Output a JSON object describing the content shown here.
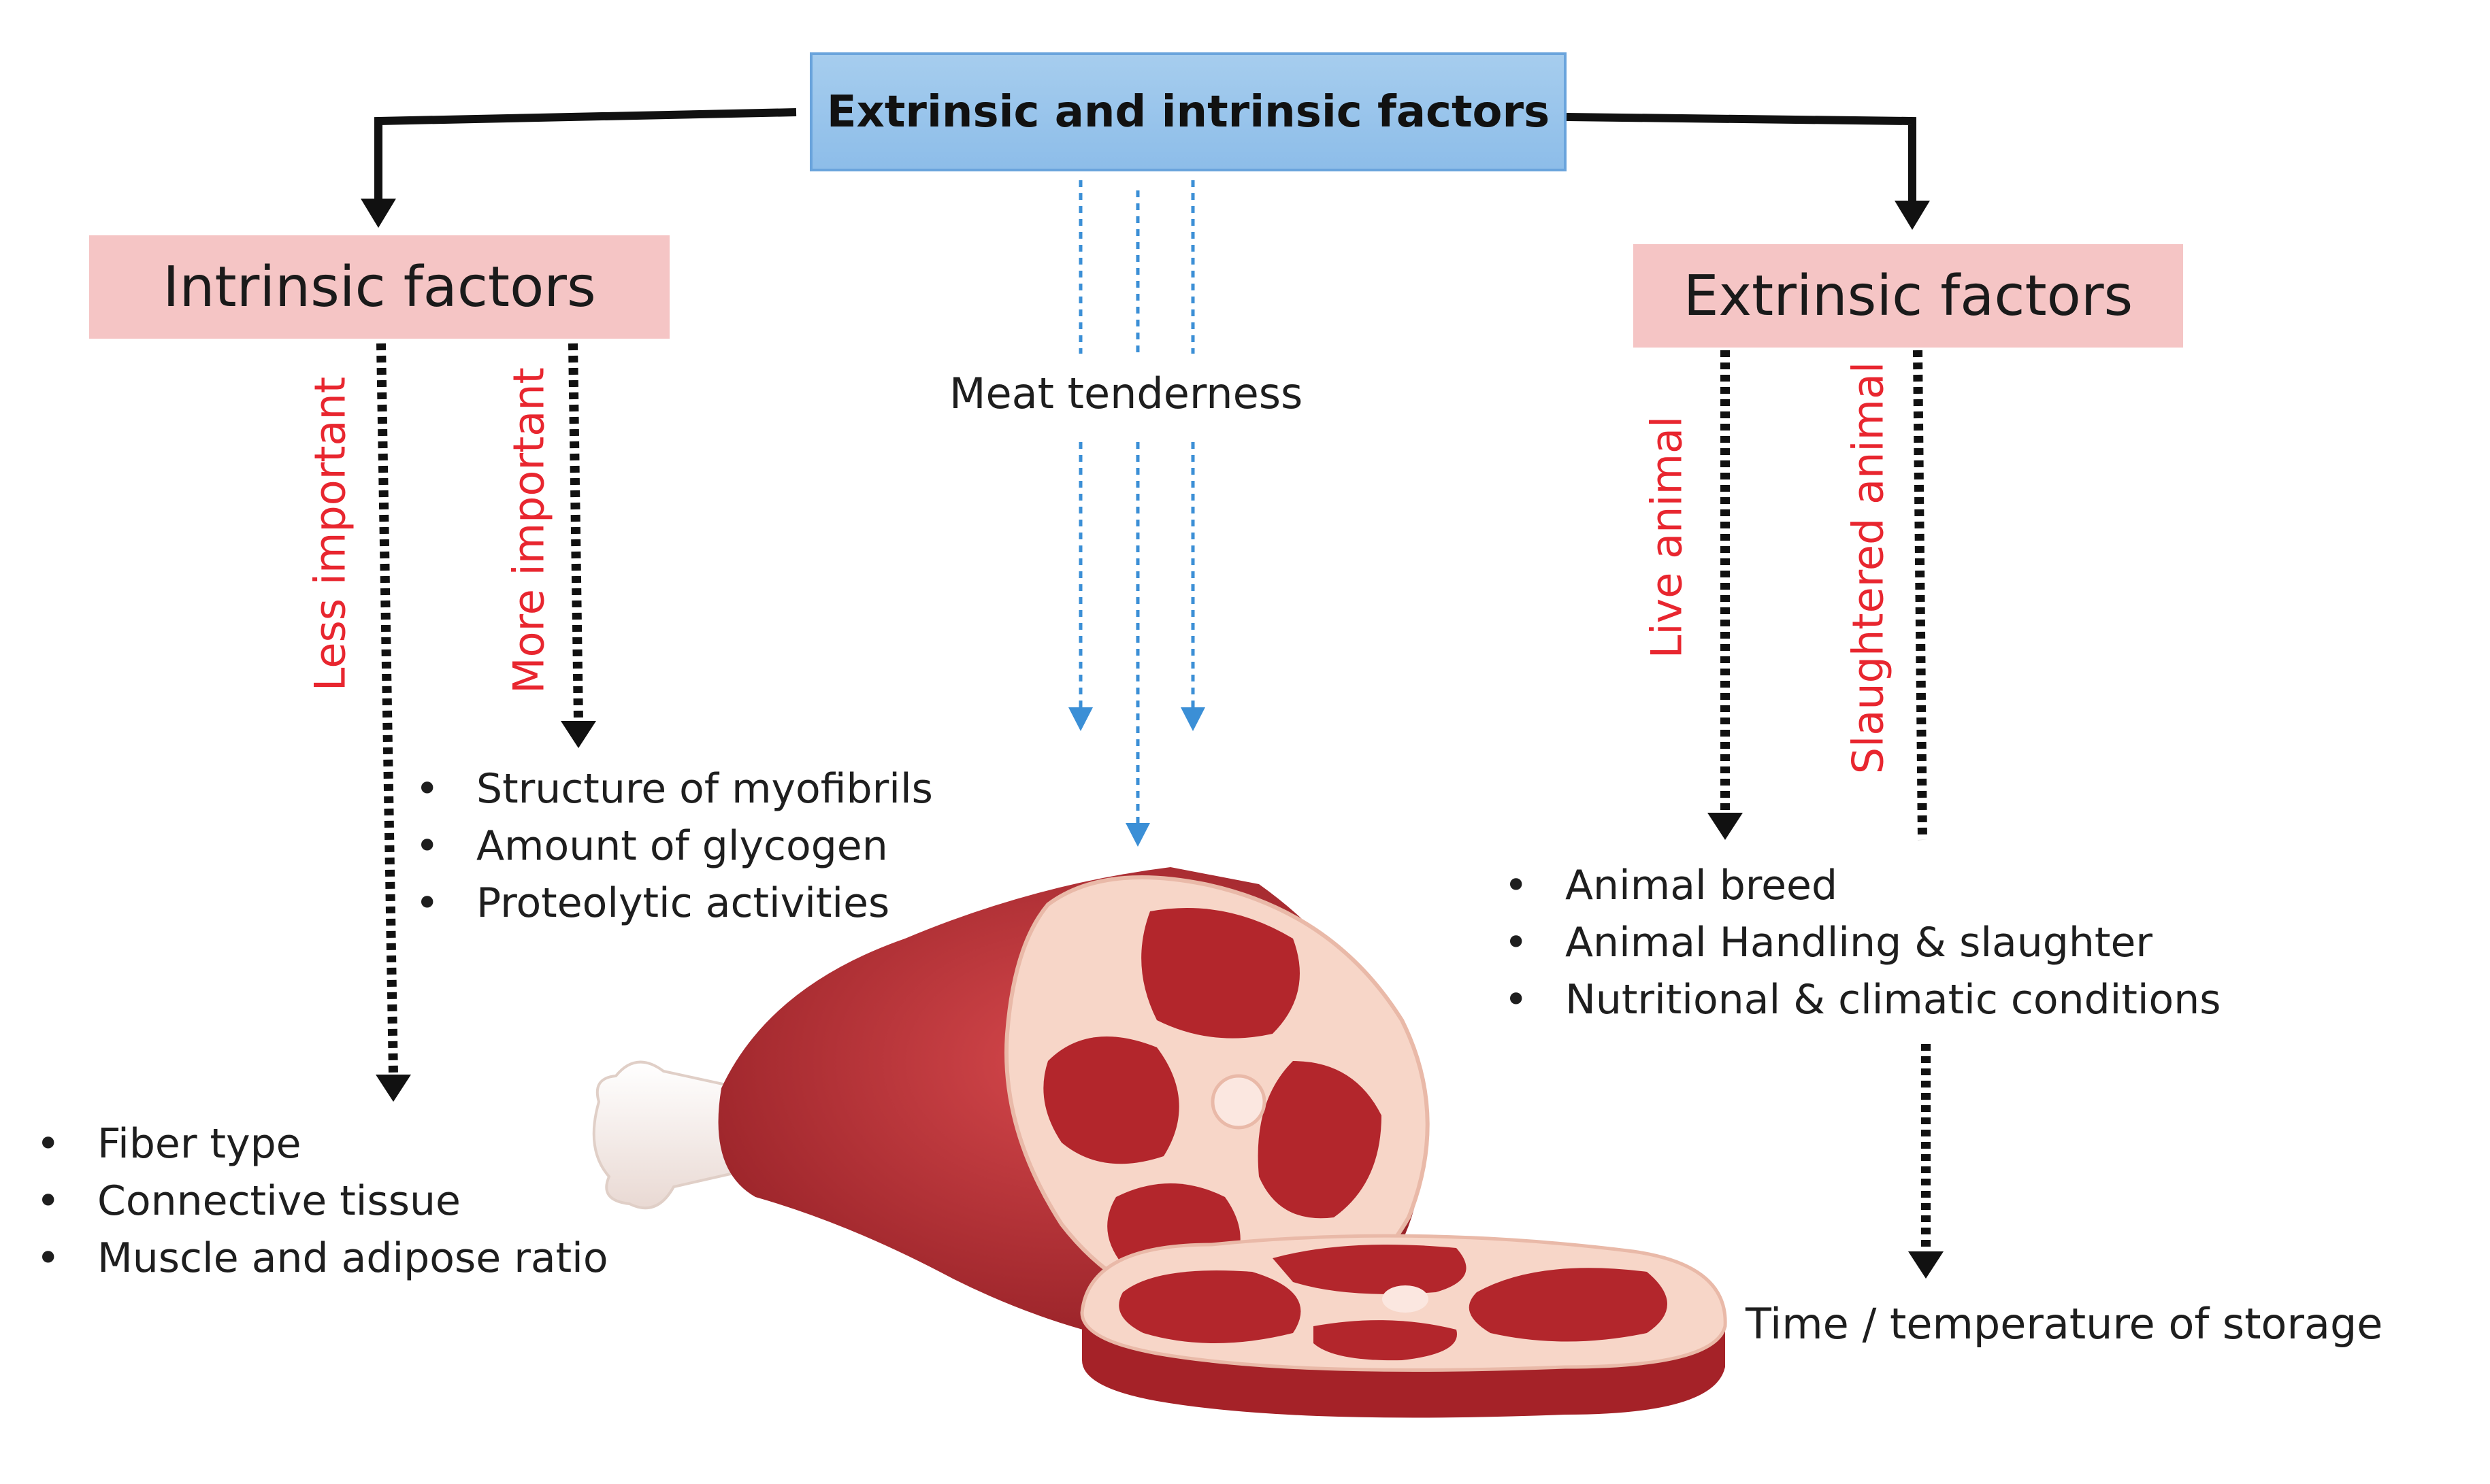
{
  "diagram": {
    "top_box": "Extrinsic and intrinsic factors",
    "intrinsic": {
      "title": "Intrinsic factors",
      "branch_less": "Less important",
      "branch_more": "More important",
      "more_important_items": [
        "Structure of myofibrils",
        "Amount of glycogen",
        "Proteolytic activities"
      ],
      "less_important_items": [
        "Fiber type",
        "Connective tissue",
        "Muscle and adipose ratio"
      ]
    },
    "center_label": "Meat tenderness",
    "extrinsic": {
      "title": "Extrinsic factors",
      "branch_live": "Live animal",
      "branch_slaughtered": "Slaughtered animal",
      "live_items": [
        "Animal breed",
        "Animal Handling & slaughter",
        "Nutritional & climatic conditions"
      ],
      "slaughtered_item": "Time / temperature of storage"
    },
    "bullet": "•"
  },
  "colors": {
    "top_box_fill": "#a6cdee",
    "factor_box_fill": "#f5c5c5",
    "branch_label": "#e8262f",
    "blue_arrow": "#3b8fd6",
    "meat": "#b3262c",
    "fat": "#f7d6c8"
  }
}
